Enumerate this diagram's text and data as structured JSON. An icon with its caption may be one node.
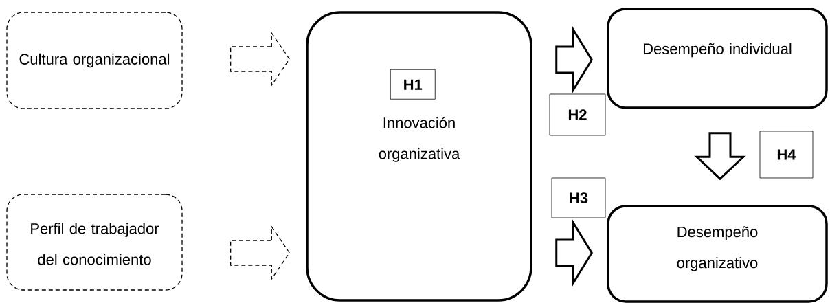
{
  "diagram": {
    "nodes": [
      {
        "text": [
          "Cultura organizacional"
        ]
      },
      {
        "text": [
          "Perfil de trabajador del conocimiento"
        ]
      },
      {
        "text": [
          "Innovación organizativa"
        ]
      },
      {
        "text": [
          "H1"
        ],
        "in": 2
      },
      {
        "text": [
          "Desempeño individual"
        ]
      },
      {
        "text": [
          "H2"
        ]
      },
      {
        "text": [
          "H4"
        ]
      },
      {
        "text": [
          "H3"
        ]
      },
      {
        "text": [
          "Desempeño organizativo"
        ]
      }
    ],
    "edges": [
      {
        "from": 0,
        "to": 2,
        "arrow": "to",
        "style": "dashed"
      },
      {
        "from": 1,
        "to": 2,
        "arrow": "to",
        "style": "dashed"
      },
      {
        "from": 2,
        "to": 4,
        "arrow": "to"
      },
      {
        "from": 2,
        "to": 8,
        "arrow": "to"
      },
      {
        "from": 4,
        "to": 8,
        "arrow": "to"
      }
    ]
  }
}
